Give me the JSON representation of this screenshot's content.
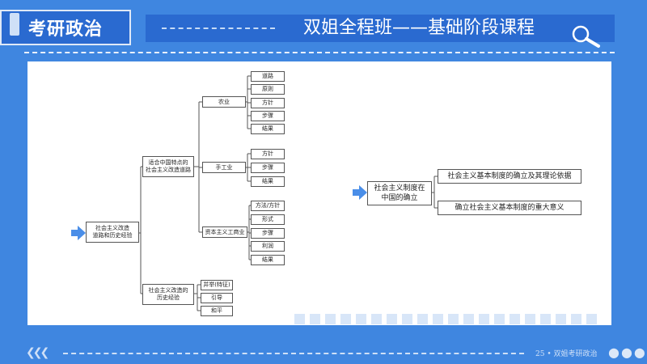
{
  "header": {
    "brand": "考研政治",
    "title": "双姐全程班——基础阶段课程"
  },
  "footer": {
    "page_label": "25 • 双姐考研政治"
  },
  "icons": [
    "search-icon",
    "arrow-right-icon",
    "double-chevron-left-icon",
    "dots-icon"
  ],
  "colors": {
    "background": "#3f86e0",
    "header_bar": "#2a6ad0",
    "arrow": "#4a8ee8"
  },
  "diagram_left": {
    "root": "社会主义改造\n道路和历史经验",
    "branch1": "适合中国特点的\n社会主义改造道路",
    "branch2": "社会主义改造的\n历史经验",
    "agri": "农业",
    "agri_items": [
      "道路",
      "原则",
      "方针",
      "步骤",
      "结果"
    ],
    "handicraft": "手工业",
    "handicraft_items": [
      "方针",
      "步骤",
      "结果"
    ],
    "commerce": "资本主义工商业",
    "commerce_items": [
      "方法/方针",
      "形式",
      "步骤",
      "利润",
      "结果"
    ],
    "experience_items": [
      "并举(特征)",
      "引导",
      "和平"
    ]
  },
  "diagram_right": {
    "root": "社会主义制度在\n中国的确立",
    "items": [
      "社会主义基本制度的确立及其理论依据",
      "确立社会主义基本制度的重大意义"
    ]
  }
}
